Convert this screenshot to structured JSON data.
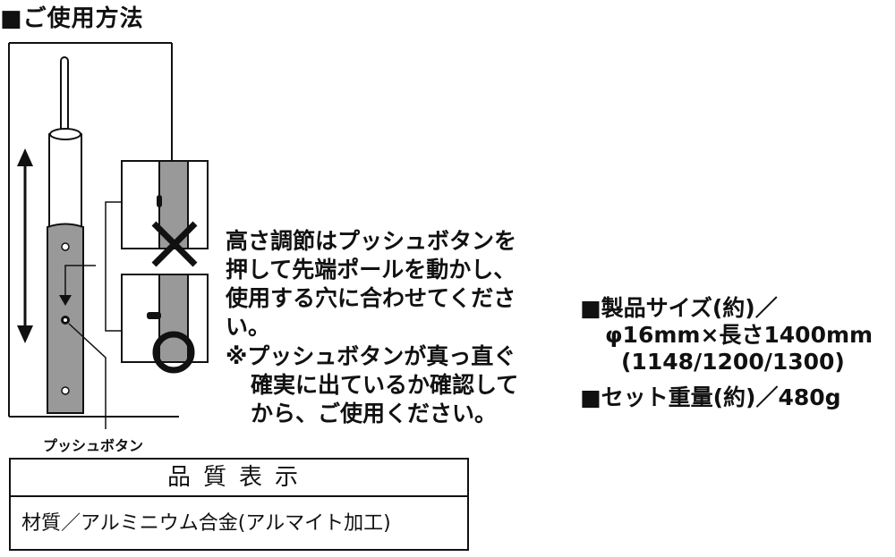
{
  "heading": "■ご使用方法",
  "description": {
    "lines": [
      "高さ調節はプッシュボタンを",
      "押して先端ポールを動かし、",
      "使用する穴に合わせてくださ",
      "い。"
    ]
  },
  "note": {
    "lines": [
      "※プッシュボタンが真っ直ぐ",
      "確実に出ているか確認して",
      "から、ご使用ください。"
    ]
  },
  "callout": "プッシュボタン",
  "quality": {
    "title": "品質表示",
    "material": "材質／アルミニウム合金(アルマイト加工)"
  },
  "spec": {
    "size_label": "■製品サイズ(約)／",
    "size_value": "φ16mm×長さ1400mm",
    "size_variants": "(1148/1200/1300)",
    "weight": "■セット重量(約)／480g"
  },
  "marks": {
    "incorrect": "✕",
    "correct": "○"
  }
}
